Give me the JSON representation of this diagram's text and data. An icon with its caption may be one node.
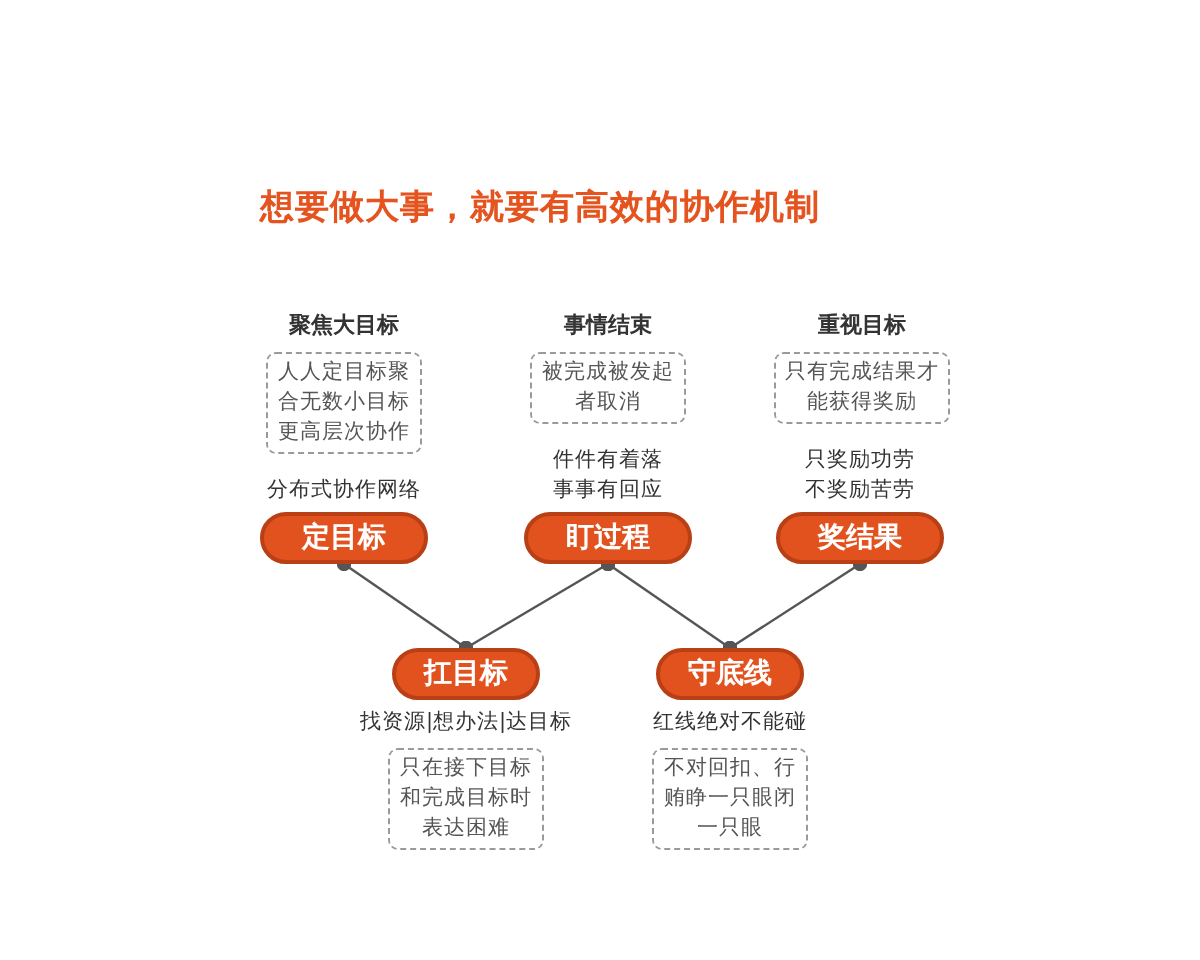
{
  "diagram": {
    "title": "想要做大事，就要有高效的协作机制",
    "nodes": [
      {
        "text": [
          "聚焦大目标",
          "人人定目标聚合无数小目标更高层次协作"
        ]
      },
      {
        "text": [
          "事情结束",
          "被完成被发起者取消"
        ]
      },
      {
        "text": [
          "重视目标",
          "只有完成结果才能获得奖励"
        ]
      },
      {
        "text": [
          "定目标"
        ],
        "beside": [
          "分布式协作网络"
        ]
      },
      {
        "text": [
          "盯过程"
        ],
        "beside": [
          "件件有着落事事有回应"
        ]
      },
      {
        "text": [
          "奖结果"
        ],
        "beside": [
          "只奖励功劳不奖励苦劳"
        ]
      },
      {
        "text": [
          "扛目标"
        ],
        "beside": [
          "找资源|想办法|达目标"
        ]
      },
      {
        "text": [
          "守底线"
        ],
        "beside": [
          "红线绝对不能碰"
        ]
      },
      {
        "text": [
          "只在接下目标和完成目标时表达困难"
        ]
      },
      {
        "text": [
          "不对回扣、行贿睁一只眼闭一只眼"
        ]
      }
    ],
    "edges": [
      {
        "from": 3,
        "to": 6,
        "arrow": "other"
      },
      {
        "from": 4,
        "to": 6,
        "arrow": "other"
      },
      {
        "from": 4,
        "to": 7,
        "arrow": "other"
      },
      {
        "from": 5,
        "to": 7,
        "arrow": "other"
      }
    ]
  }
}
